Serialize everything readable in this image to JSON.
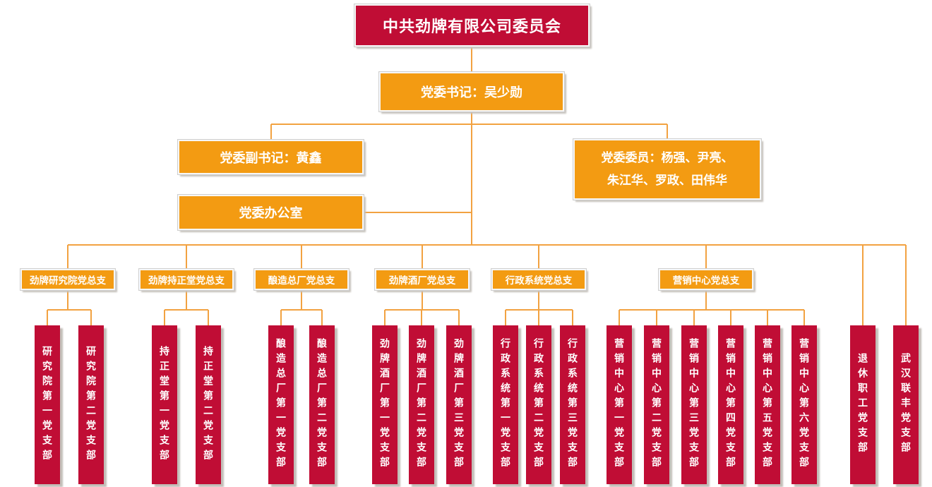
{
  "org": {
    "root": {
      "label": "中共劲牌有限公司委员会"
    },
    "secretary": {
      "label": "党委书记：吴少勋"
    },
    "deputy_secretary": {
      "label": "党委副书记：黄鑫"
    },
    "committee_members": {
      "line1": "党委委员：杨强、尹亮、",
      "line2": "朱江华、罗政、田伟华"
    },
    "office": {
      "label": "党委办公室"
    },
    "general_branches": [
      {
        "label": "劲牌研究院党总支"
      },
      {
        "label": "劲牌持正堂党总支"
      },
      {
        "label": "酿造总厂党总支"
      },
      {
        "label": "劲牌酒厂党总支"
      },
      {
        "label": "行政系统党总支"
      },
      {
        "label": "营销中心党总支"
      }
    ],
    "branches": [
      "研究院第一党支部",
      "研究院第二党支部",
      "持正堂第一党支部",
      "持正堂第二党支部",
      "酿造总厂第一党支部",
      "酿造总厂第二党支部",
      "劲牌酒厂第一党支部",
      "劲牌酒厂第二党支部",
      "劲牌酒厂第三党支部",
      "行政系统第一党支部",
      "行政系统第二党支部",
      "行政系统第三党支部",
      "营销中心第一党支部",
      "营销中心第二党支部",
      "营销中心第三党支部",
      "营销中心第四党支部",
      "营销中心第五党支部",
      "营销中心第六党支部",
      "退休职工党支部",
      "武汉联丰党支部"
    ]
  },
  "colors": {
    "crimson": "#C00D35",
    "orange": "#F39B12",
    "connector": "#F2A241"
  }
}
